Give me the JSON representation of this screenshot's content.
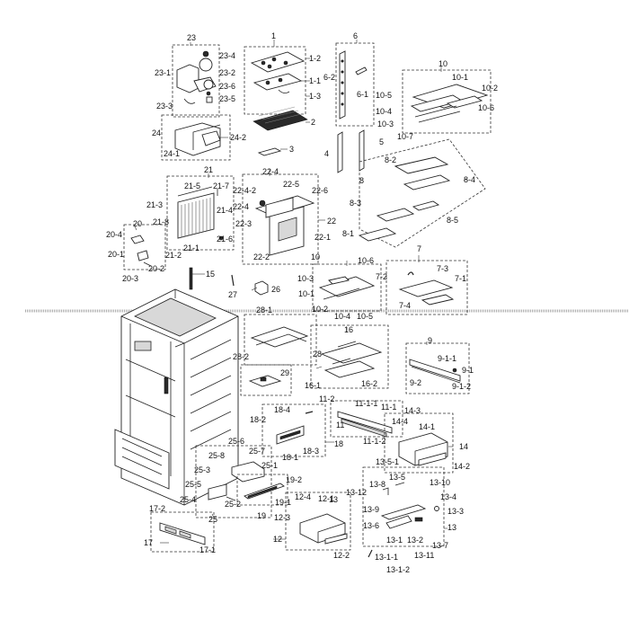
{
  "colors": {
    "line": "#222222",
    "background": "#ffffff",
    "divider": "#999999"
  },
  "labels": {
    "p1": "1",
    "p1_1": "1-1",
    "p1_2": "1-2",
    "p1_3": "1-3",
    "p2": "2",
    "p3": "3",
    "p4": "4",
    "p5": "5",
    "p6": "6",
    "p6_1": "6-1",
    "p6_2": "6-2",
    "p7": "7",
    "p7_1": "7-1",
    "p7_2": "7-2",
    "p7_3": "7-3",
    "p7_4": "7-4",
    "p8": "8",
    "p8_1": "8-1",
    "p8_2": "8-2",
    "p8_3": "8-3",
    "p8_4": "8-4",
    "p8_5": "8-5",
    "p9": "9",
    "p9_1": "9-1",
    "p9_1_1": "9-1-1",
    "p9_1_2": "9-1-2",
    "p9_2": "9-2",
    "p10a": "10",
    "p10a_1": "10-1",
    "p10a_2": "10-2",
    "p10a_3": "10-3",
    "p10a_4": "10-4",
    "p10a_5": "10-5",
    "p10a_6": "10-6",
    "p10a_7": "10-7",
    "p10b": "10",
    "p10b_2": "10-2",
    "p10b_3": "10-3",
    "p10b_4": "10-4",
    "p10b_5": "10-5",
    "p10b_6": "10-6",
    "p10b_1": "10-1",
    "p11": "11",
    "p11_1": "11-1",
    "p11_1_1": "11-1-1",
    "p11_1_2": "11-1-2",
    "p11_2": "11-2",
    "p12": "12",
    "p12_1": "12-1",
    "p12_2": "12-2",
    "p12_3": "12-3",
    "p12_4": "12-4",
    "p13": "13",
    "p13_1": "13-1",
    "p13_1_1": "13-1-1",
    "p13_1_2": "13-1-2",
    "p13_2": "13-2",
    "p13_3": "13-3",
    "p13_4": "13-4",
    "p13_5": "13-5",
    "p13_5_1": "13-5-1",
    "p13_6": "13-6",
    "p13_7": "13-7",
    "p13_8": "13-8",
    "p13_9": "13-9",
    "p13_10": "13-10",
    "p13_11": "13-11",
    "p13_12": "13-12",
    "p14": "14",
    "p14_1": "14-1",
    "p14_2": "14-2",
    "p14_3": "14-3",
    "p14_4": "14-4",
    "p15": "15",
    "p16": "16",
    "p16_1": "16-1",
    "p16_2": "16-2",
    "p17": "17",
    "p17_1": "17-1",
    "p17_2": "17-2",
    "p18": "18",
    "p18_1": "18-1",
    "p18_2": "18-2",
    "p18_3": "18-3",
    "p18_4": "18-4",
    "p19": "19",
    "p19_1": "19-1",
    "p19_2": "19-2",
    "p20": "20",
    "p20_1": "20-1",
    "p20_2": "20-2",
    "p20_3": "20-3",
    "p20_4": "20-4",
    "p21": "21",
    "p21_1": "21-1",
    "p21_2": "21-2",
    "p21_3": "21-3",
    "p21_4": "21-4",
    "p21_5": "21-5",
    "p21_6": "21-6",
    "p21_7": "21-7",
    "p21_8": "21-8",
    "p22": "22",
    "p22_1": "22-1",
    "p22_2": "22-2",
    "p22_3": "22-3",
    "p22_4": "22-4",
    "p22_4_2": "22-4-2",
    "p22_5": "22-5",
    "p22_6": "22-6",
    "p22_4b": "22-4",
    "p23": "23",
    "p23_1": "23-1",
    "p23_2": "23-2",
    "p23_3": "23-3",
    "p23_4": "23-4",
    "p23_5": "23-5",
    "p23_6": "23-6",
    "p24": "24",
    "p24_1": "24-1",
    "p24_2": "24-2",
    "p25": "25",
    "p25_1": "25-1",
    "p25_2": "25-2",
    "p25_3": "25-3",
    "p25_4": "25-4",
    "p25_5": "25-5",
    "p25_6": "25-6",
    "p25_7": "25-7",
    "p25_8": "25-8",
    "p26": "26",
    "p27": "27",
    "p28": "28",
    "p28_1": "28-1",
    "p28_2": "28-2",
    "p28b": "28",
    "p29": "29"
  }
}
